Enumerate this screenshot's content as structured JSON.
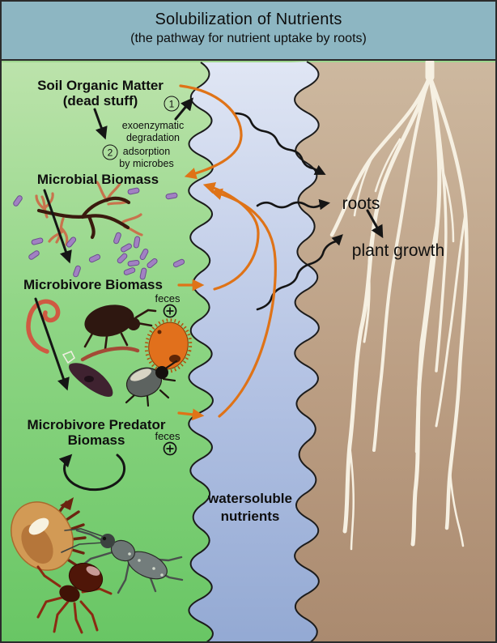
{
  "header": {
    "title": "Solubilization of Nutrients",
    "subtitle": "(the pathway for nutrient uptake by roots)"
  },
  "soil_zone": {
    "som_label": "Soil Organic Matter\n(dead stuff)",
    "step1_number": "1",
    "step1_label": "exoenzymatic\ndegradation",
    "step2_number": "2",
    "step2_label": "adsorption\nby microbes",
    "microbial_label": "Microbial Biomass",
    "microbivore_label": "Microbivore Biomass",
    "microbivore_feces_label": "feces",
    "predator_label": "Microbivore Predator\nBiomass",
    "predator_feces_label": "feces"
  },
  "water_zone": {
    "label": "watersoluble\nnutrients"
  },
  "root_zone": {
    "roots_label": "roots",
    "plant_growth_label": "plant growth"
  },
  "colors": {
    "header_teal": "#8db6c2",
    "soil_green_top": "#bce3ab",
    "soil_green_bottom": "#68c664",
    "water_blue_top": "#e0e6f4",
    "water_blue_bottom": "#93a9d3",
    "root_tan_top": "#cdb89f",
    "root_tan_bottom": "#aa8a6f",
    "root_cream": "#f6f0e2",
    "arrow_orange": "#df7317",
    "arrow_black": "#151515",
    "bacteria_purple": "#a181c2",
    "fungus_dark": "#3a1a0e",
    "fungus_coral": "#c8734d"
  },
  "icons": [
    "root-system-icon",
    "fungal-hyphae-icon",
    "bacteria-icon",
    "nematode-icon",
    "springtail-icon",
    "ciliate-icon",
    "tardigrade-icon",
    "mite-beetle-icon",
    "soil-mite-icon",
    "rove-beetle-icon",
    "spider-icon",
    "plus-circle-icon",
    "cycle-arrow-icon",
    "wavy-arrow-icon"
  ]
}
